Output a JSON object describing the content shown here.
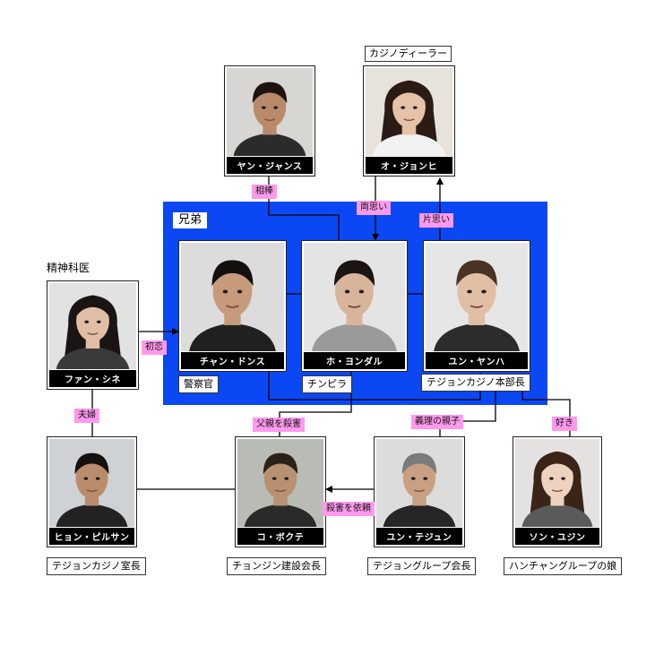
{
  "group": {
    "label": "兄弟"
  },
  "people": {
    "yan": {
      "name": "ヤン・ジャンス"
    },
    "oh": {
      "name": "オ・ジョンヒ",
      "role": "カジノディーラー"
    },
    "chan": {
      "name": "チャン・ドンス",
      "role": "警察官"
    },
    "ho": {
      "name": "ホ・ヨンダル",
      "role": "チンピラ"
    },
    "yun": {
      "name": "ユン・ヤンハ",
      "role": "テジョンカジノ本部長"
    },
    "fan": {
      "name": "ファン・シネ",
      "role": "精神科医"
    },
    "hyon": {
      "name": "ヒョン・ピルサン",
      "role": "テジョンカジノ室長"
    },
    "ko": {
      "name": "コ・ボクテ",
      "role": "チョンジン建設会長"
    },
    "yunt": {
      "name": "ユン・テジュン",
      "role": "テジョングループ会長"
    },
    "son": {
      "name": "ソン・ユジン",
      "role": "ハンチャングループの娘"
    }
  },
  "relations": {
    "partner": "相棒",
    "mutual": "両思い",
    "oneway": "片思い",
    "firstlove": "初恋",
    "couple": "夫婦",
    "father_killer": "父親を殺害",
    "adoptive": "義理の親子",
    "like": "好き",
    "murder_request": "殺害を依頼"
  },
  "colors": {
    "group_bg": "#0b48f4",
    "tag_bg": "#ff99ee",
    "namebar_bg": "#000000"
  }
}
